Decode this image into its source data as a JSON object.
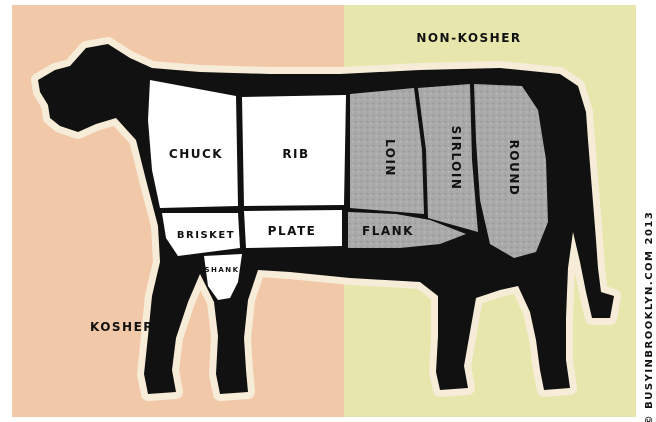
{
  "regions": {
    "kosher_label": "KOSHER",
    "non_kosher_label": "NON-KOSHER"
  },
  "colors": {
    "kosher_bg": "#f2c9a8",
    "non_kosher_bg": "#e7e7ad",
    "outline_cream": "#f7ecd8",
    "cow_body": "#111111",
    "kosher_cut": "#ffffff",
    "non_kosher_cut": "#a9a9a9"
  },
  "cuts": {
    "kosher": [
      "CHUCK",
      "RIB",
      "BRISKET",
      "PLATE",
      "SHANK"
    ],
    "non_kosher": [
      "LOIN",
      "SIRLOIN",
      "ROUND",
      "FLANK"
    ]
  },
  "credit": "© BUSYINBROOKLYN.COM 2013"
}
